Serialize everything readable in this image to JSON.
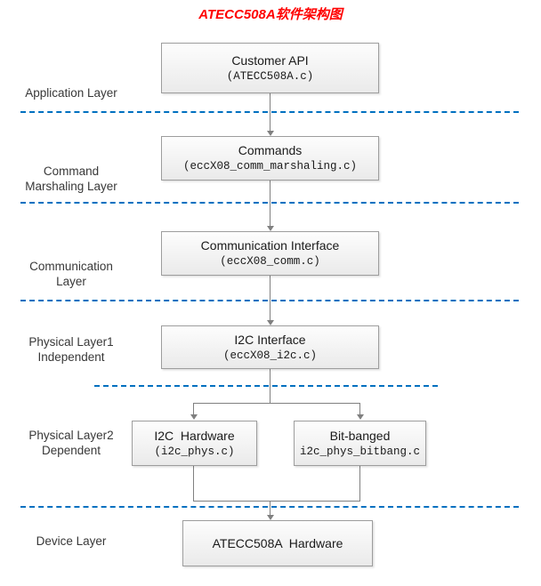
{
  "title": {
    "text": "ATECC508A软件架构图"
  },
  "layers": [
    {
      "line1": "Application Layer",
      "line2": ""
    },
    {
      "line1": "Command",
      "line2": "Marshaling Layer"
    },
    {
      "line1": "Communication",
      "line2": "Layer"
    },
    {
      "line1": "Physical Layer1",
      "line2": "Independent"
    },
    {
      "line1": "Physical Layer2",
      "line2": "Dependent"
    },
    {
      "line1": "Device Layer",
      "line2": ""
    }
  ],
  "boxes": [
    {
      "title": "Customer API",
      "file": "(ATECC508A.c)"
    },
    {
      "title": "Commands",
      "file": "(eccX08_comm_marshaling.c)"
    },
    {
      "title": "Communication Interface",
      "file": "(eccX08_comm.c)"
    },
    {
      "title": "I2C Interface",
      "file": "(eccX08_i2c.c)"
    },
    {
      "title": "I2C  Hardware",
      "file": "(i2c_phys.c)"
    },
    {
      "title": "Bit-banged",
      "file": "i2c_phys_bitbang.c"
    },
    {
      "title": "ATECC508A  Hardware",
      "file": ""
    }
  ],
  "colors": {
    "title-color": "#ff0000",
    "line-color": "#0070c0",
    "connector-color": "#808080",
    "box-border-color": "#9d9d9d",
    "box-bg-top": "#fdfdfd",
    "box-bg-bottom": "#eaeaea",
    "label-color": "#383838",
    "box-text-color": "#1a1a1a"
  }
}
